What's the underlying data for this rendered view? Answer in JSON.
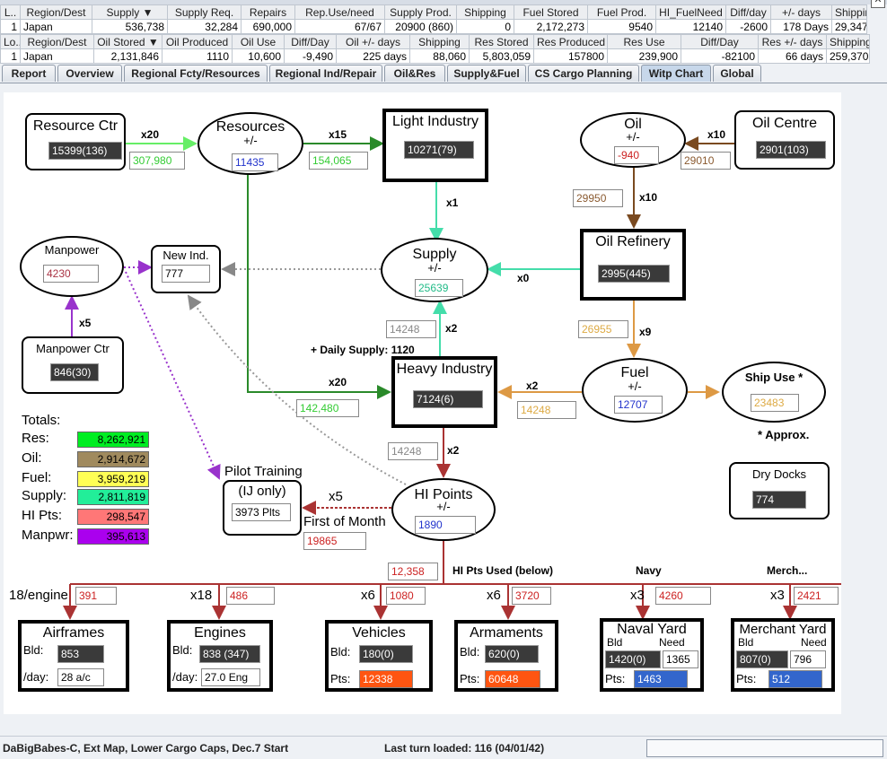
{
  "grid1": {
    "headers": [
      "L..",
      "Region/Dest",
      "Supply ▼",
      "Supply Req.",
      "Repairs",
      "Rep.Use/need",
      "Supply Prod.",
      "Shipping",
      "Fuel Stored",
      "Fuel Prod.",
      "HI_FuelNeed",
      "Diff/day",
      "+/- days",
      "Shipping"
    ],
    "row": [
      "1",
      "Japan",
      "536,738",
      "32,284",
      "690,000",
      "67/67",
      "20900 (860)",
      "0",
      "2,172,273",
      "9540",
      "12140",
      "-2600",
      "178 Days",
      "29,347"
    ]
  },
  "grid2": {
    "headers": [
      "Lo..",
      "Region/Dest",
      "Oil Stored ▼",
      "Oil Produced",
      "Oil Use",
      "Diff/Day",
      "Oil +/- days",
      "Shipping",
      "Res Stored",
      "Res Produced",
      "Res Use",
      "Diff/Day",
      "Res +/- days",
      "Shipping"
    ],
    "row": [
      "1",
      "Japan",
      "2,131,846",
      "1110",
      "10,600",
      "-9,490",
      "225 days",
      "88,060",
      "5,803,059",
      "157800",
      "239,900",
      "-82100",
      "66 days",
      "259,370"
    ]
  },
  "tabs": [
    "Report",
    "Overview",
    "Regional Fcty/Resources",
    "Regional Ind/Repair",
    "Oil&Res",
    "Supply&Fuel",
    "CS Cargo Planning",
    "Witp Chart",
    "Global"
  ],
  "active_tab": "Witp Chart",
  "nodes": {
    "resource_ctr": {
      "title": "Resource Ctr",
      "value": "15399(136)"
    },
    "resources": {
      "title": "Resources",
      "sub": "+/-",
      "value": "11435"
    },
    "light_industry": {
      "title": "Light Industry",
      "value": "10271(79)"
    },
    "oil": {
      "title": "Oil",
      "sub": "+/-",
      "value": "-940"
    },
    "oil_centre": {
      "title": "Oil Centre",
      "value": "2901(103)"
    },
    "manpower": {
      "title": "Manpower",
      "value": "4230"
    },
    "new_ind": {
      "title": "New Ind.",
      "value": "777"
    },
    "supply": {
      "title": "Supply",
      "sub": "+/-",
      "value": "25639"
    },
    "oil_refinery": {
      "title": "Oil Refinery",
      "value": "2995(445)"
    },
    "manpower_ctr": {
      "title": "Manpower Ctr",
      "value": "846(30)"
    },
    "heavy_industry": {
      "title": "Heavy Industry",
      "value": "7124(6)"
    },
    "fuel": {
      "title": "Fuel",
      "sub": "+/-",
      "value": "12707"
    },
    "ship_use": {
      "title": "Ship Use *",
      "value": "23483"
    },
    "pilot_training": {
      "title1": "Pilot Training",
      "title2": "(IJ only)",
      "value": "3973 Plts"
    },
    "hi_points": {
      "title": "HI Points",
      "sub": "+/-",
      "value": "1890"
    },
    "dry_docks": {
      "title": "Dry Docks",
      "value": "774"
    }
  },
  "flows": {
    "rc_to_res": "307,980",
    "res_to_li": "154,065",
    "oilc_to_oil": "29010",
    "oil_to_ref": "29950",
    "hi_to_supply": "14248",
    "ref_to_fuel": "26955",
    "res_to_hi": "142,480",
    "fuel_to_hi": "14248",
    "hi_to_hip": "14248",
    "first_month": "19865",
    "hi_pts_used": "12,358"
  },
  "multipliers": {
    "rc_res": "x20",
    "res_li": "x15",
    "oilc_oil": "x10",
    "oil_ref": "x10",
    "li_supply": "x1",
    "ref_supply": "x0",
    "mp_ctr": "x5",
    "hi_supply": "x2",
    "ref_fuel": "x9",
    "res_hi": "x20",
    "fuel_hi": "x2",
    "hi_hip": "x2",
    "hip_pilot": "x5"
  },
  "labels": {
    "daily_supply": "+ Daily Supply: 1120",
    "approx": "* Approx.",
    "first_of_month": "First of Month",
    "hi_pts_used": "HI Pts Used (below)",
    "navy": "Navy",
    "merch": "Merch...",
    "engine_mult": "18/engine",
    "x18": "x18",
    "x6a": "x6",
    "x6b": "x6",
    "x3a": "x3",
    "x3b": "x3"
  },
  "totals": {
    "heading": "Totals:",
    "items": [
      {
        "label": "Res:",
        "value": "8,262,921",
        "color": "#00ee22"
      },
      {
        "label": "Oil:",
        "value": "2,914,672",
        "color": "#a08a5e"
      },
      {
        "label": "Fuel:",
        "value": "3,959,219",
        "color": "#ffff55"
      },
      {
        "label": "Supply:",
        "value": "2,811,819",
        "color": "#22ee99"
      },
      {
        "label": "HI Pts:",
        "value": "298,547",
        "color": "#ff7777"
      },
      {
        "label": "Manpwr:",
        "value": "395,613",
        "color": "#aa00ee"
      }
    ]
  },
  "production": {
    "costs": [
      "391",
      "486",
      "1080",
      "3720",
      "4260",
      "2421"
    ],
    "airframes": {
      "title": "Airframes",
      "bld_label": "Bld:",
      "bld": "853",
      "day_label": "/day:",
      "day": "28 a/c"
    },
    "engines": {
      "title": "Engines",
      "bld_label": "Bld:",
      "bld": "838 (347)",
      "day_label": "/day:",
      "day": "27.0 Eng"
    },
    "vehicles": {
      "title": "Vehicles",
      "bld_label": "Bld:",
      "bld": "180(0)",
      "pts_label": "Pts:",
      "pts": "12338"
    },
    "armaments": {
      "title": "Armaments",
      "bld_label": "Bld:",
      "bld": "620(0)",
      "pts_label": "Pts:",
      "pts": "60648"
    },
    "naval_yard": {
      "title": "Naval Yard",
      "bld_label": "Bld",
      "need_label": "Need",
      "bld": "1420(0)",
      "need": "1365",
      "pts_label": "Pts:",
      "pts": "1463"
    },
    "merchant_yard": {
      "title": "Merchant Yard",
      "bld_label": "Bld",
      "need_label": "Need",
      "bld": "807(0)",
      "need": "796",
      "pts_label": "Pts:",
      "pts": "512"
    }
  },
  "status": {
    "scenario": "DaBigBabes-C, Ext Map, Lower Cargo Caps, Dec.7 Start",
    "last_turn": "Last turn loaded: 116 (04/01/42)"
  }
}
